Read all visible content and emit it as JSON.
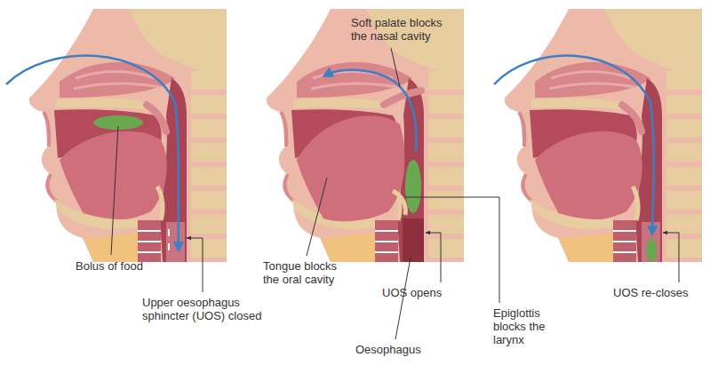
{
  "diagram": {
    "labels": [
      "Bolus of food",
      "Upper oesophagus sphincter (UOS) closed",
      "Soft palate blocks the nasal cavity",
      "Tongue blocks the oral cavity",
      "UOS opens",
      "Oesophagus",
      "Epiglottis blocks the larynx",
      "UOS re-closes"
    ]
  }
}
